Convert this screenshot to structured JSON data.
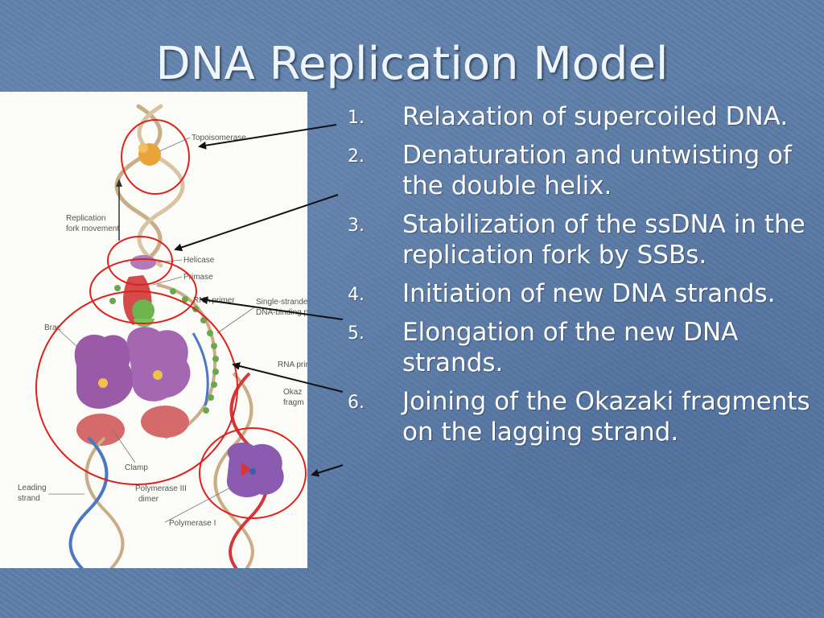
{
  "slide": {
    "title": "DNA Replication Model"
  },
  "figure": {
    "labels": {
      "topoisomerase": "Topoisomerase",
      "replication": "Replication",
      "fork_movement": "fork movement",
      "helicase": "Helicase",
      "primase": "Primase",
      "rna_primer_top": "RNA primer",
      "single_stranded": "Single-strande",
      "dna_binding": "DNA-binding p",
      "brace": "Brac",
      "rna_primer_right": "RNA prim",
      "okazaki_1": "Okaz",
      "okazaki_2": "fragm",
      "clamp": "Clamp",
      "leading_1": "Leading",
      "leading_2": "strand",
      "polymerase_iii_1": "Polymerase III",
      "polymerase_iii_2": "dimer",
      "polymerase_i": "Polymerase I"
    }
  },
  "steps": [
    {
      "number": "1.",
      "text": "Relaxation of supercoiled DNA."
    },
    {
      "number": "2.",
      "text": "Denaturation and untwisting of the double helix."
    },
    {
      "number": "3.",
      "text": "Stabilization of the ssDNA in the replication fork by SSBs."
    },
    {
      "number": "4.",
      "text": "Initiation of new DNA strands."
    },
    {
      "number": "5.",
      "text": "Elongation of the new DNA strands."
    },
    {
      "number": "6.",
      "text": "Joining of the Okazaki fragments on the lagging strand."
    }
  ],
  "colors": {
    "background": "#5d7ea8",
    "title": "#eef6fb",
    "highlight_circle": "#e0201c",
    "arrow": "#111111",
    "helix_tan": "#c9ad86",
    "helix_blue": "#4a78c2",
    "helix_red": "#d6353a",
    "polymerase_purple": "#9b5aa8",
    "ssb_green": "#6aa84f",
    "topoisomerase_orange": "#e9a33a"
  }
}
